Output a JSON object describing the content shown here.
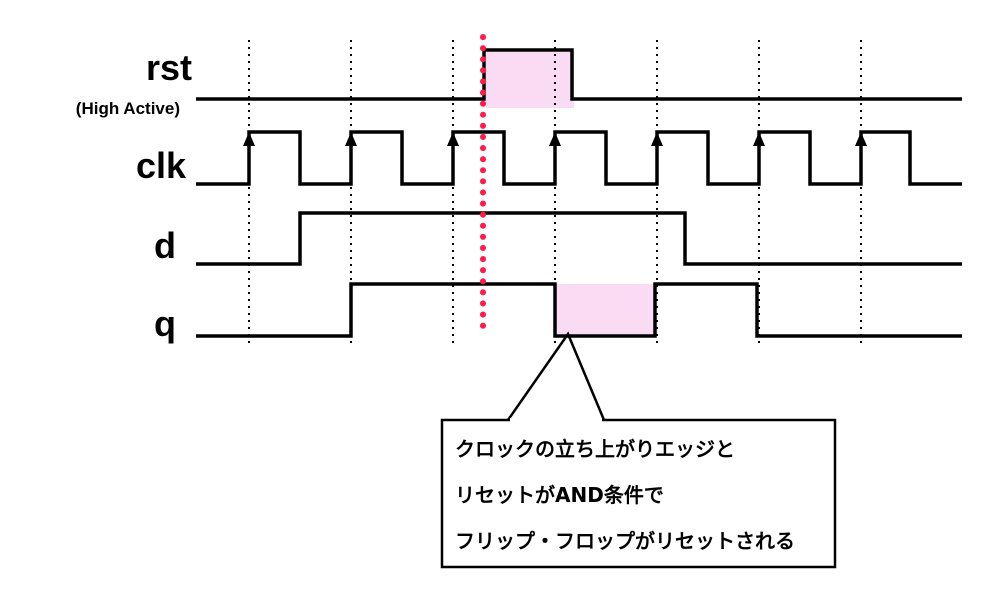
{
  "signals": [
    {
      "id": "rst",
      "label": "rst",
      "sublabel": "(High Active)"
    },
    {
      "id": "clk",
      "label": "clk"
    },
    {
      "id": "d",
      "label": "d"
    },
    {
      "id": "q",
      "label": "q"
    }
  ],
  "colors": {
    "waveform": "#000000",
    "highlight": "#f9dcf4",
    "reset_marker": "#ff1a4a"
  },
  "note": {
    "lines": [
      "クロックの立ち上がりエッジと",
      "リセットがAND条件で",
      "フリップ・フロップがリセットされる"
    ]
  }
}
